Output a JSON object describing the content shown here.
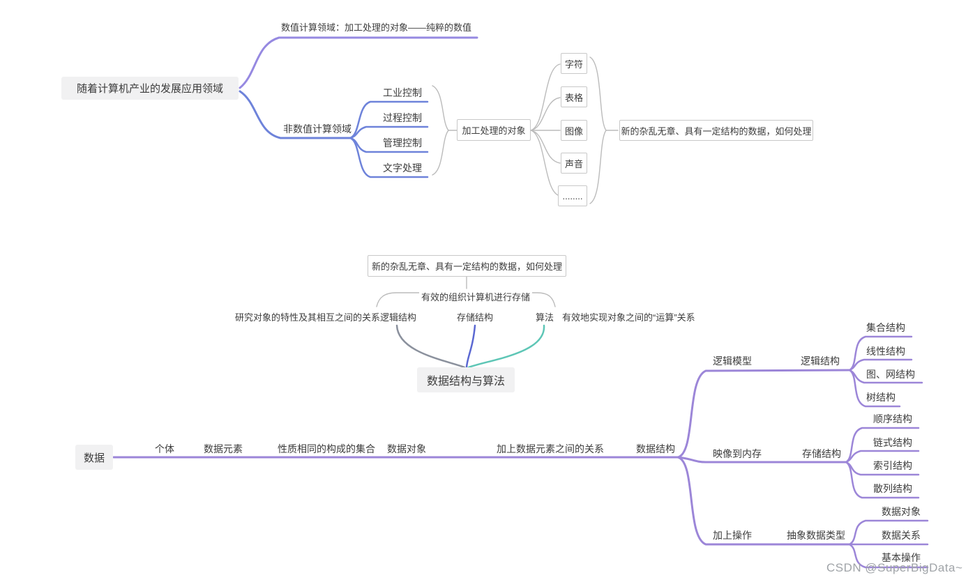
{
  "palette": {
    "purple": "#9c86d8",
    "purpletop": "#9689e1",
    "blue": "#6e83da",
    "indigo": "#5b68d2",
    "teal": "#5ec6b6",
    "slate": "#8b919d",
    "grayline": "#bbbbbb",
    "boxfill": "#f1f1f2",
    "boxborder": "#c8c8c8",
    "text": "#3c3c3c",
    "watermark": "#a0a4a8"
  },
  "top_map": {
    "root": "随着计算机产业的发展应用领域",
    "numeric_branch": "数值计算领域：加工处理的对象——纯粹的数值",
    "non_numeric": "非数值计算领域",
    "non_numeric_children": [
      "工业控制",
      "过程控制",
      "管理控制",
      "文字处理"
    ],
    "processing_object": "加工处理的对象",
    "object_types": [
      "字符",
      "表格",
      "图像",
      "声音",
      "........"
    ],
    "result": "新的杂乱无章、具有一定结构的数据，如何处理"
  },
  "middle_map": {
    "question": "新的杂乱无章、具有一定结构的数据，如何处理",
    "storage_note": "有效的组织计算机进行存储",
    "logical_note": "研究对象的特性及其相互之间的关系",
    "logical": "逻辑结构",
    "storage": "存储结构",
    "algorithm": "算法",
    "algorithm_note": "有效地实现对象之间的“运算”关系",
    "center": "数据结构与算法"
  },
  "bottom_map": {
    "root": "数据",
    "chain": [
      "个体",
      "数据元素",
      "性质相同的构成的集合",
      "数据对象",
      "加上数据元素之间的关系",
      "数据结构"
    ],
    "branches": [
      {
        "label": "逻辑模型",
        "node": "逻辑结构",
        "children": [
          "集合结构",
          "线性结构",
          "图、网结构",
          "树结构"
        ]
      },
      {
        "label": "映像到内存",
        "node": "存储结构",
        "children": [
          "顺序结构",
          "链式结构",
          "索引结构",
          "散列结构"
        ]
      },
      {
        "label": "加上操作",
        "node": "抽象数据类型",
        "children": [
          "数据对象",
          "数据关系",
          "基本操作"
        ]
      }
    ]
  },
  "watermark": "CSDN @SuperBigData~"
}
